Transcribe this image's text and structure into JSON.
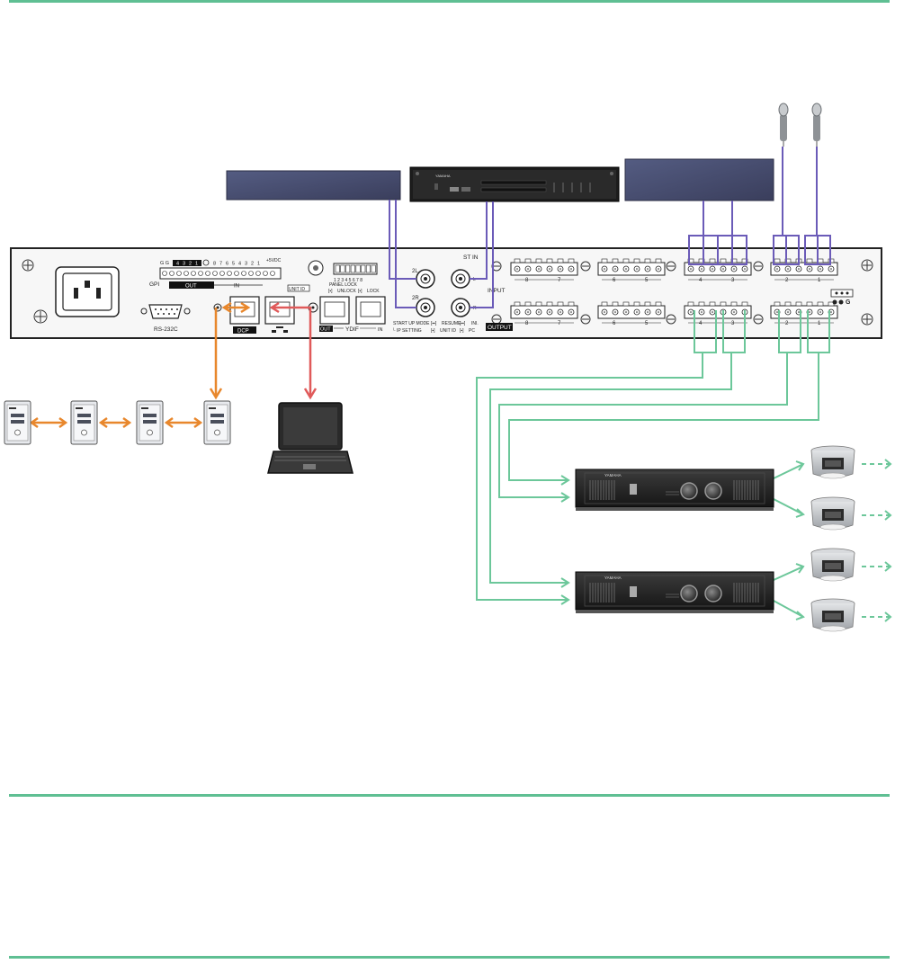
{
  "colors": {
    "rule": "#5fbf93",
    "input_cable": "#6b5bb8",
    "output_cable": "#6cc79a",
    "dcp_cable": "#e8872c",
    "network_cable": "#e05a5a"
  },
  "rear_panel": {
    "gpi_label": "GPI",
    "gpi_out": "OUT",
    "gpi_in": "IN",
    "gpi_pin_top_left": "G G",
    "gpi_pins": [
      "4",
      "3",
      "2",
      "1"
    ],
    "gpi_pins_in": [
      "8",
      "7",
      "6",
      "5",
      "4",
      "3",
      "2",
      "1"
    ],
    "gpi_voltage": "+5VDC",
    "rs232c": "RS-232C",
    "dcp": "DCP",
    "unit_id": "UNIT ID",
    "panel_lock": "PANEL LOCK",
    "dip_numbers": "1 2 3 4 5 6 7 8",
    "unlock": "UNLOCK",
    "lock": "LOCK",
    "ydif": "YDIF",
    "ydif_out": "OUT",
    "ydif_in": "IN",
    "jack_2l": "2L",
    "jack_2r": "2R",
    "st_in": "ST IN",
    "st_l": "L",
    "st_r": "R",
    "input": "INPUT",
    "output": "OUTPUT",
    "start_up_mode": "START UP MODE",
    "resume": "RESUME",
    "ini": "INI.",
    "ip_setting": "IP SETTING",
    "unit_id_small": "UNIT ID",
    "pc": "PC",
    "ground": "G",
    "input_channels": [
      "8",
      "7",
      "6",
      "5",
      "4",
      "3",
      "2",
      "1"
    ],
    "output_channels": [
      "8",
      "7",
      "6",
      "5",
      "4",
      "3",
      "2",
      "1"
    ]
  },
  "amplifier": {
    "brand": "YAMAHA"
  },
  "cd_player": {
    "brand": "YAMAHA"
  },
  "dcp_panels": {
    "count": 4
  }
}
